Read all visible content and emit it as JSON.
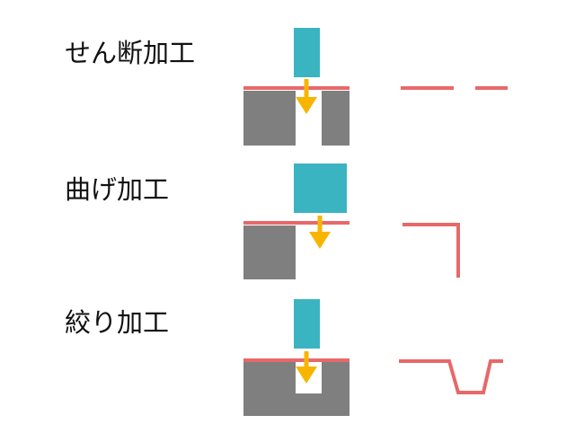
{
  "processes": [
    {
      "label": "せん断加工"
    },
    {
      "label": "曲げ加工"
    },
    {
      "label": "絞り加工"
    }
  ],
  "colors": {
    "punch": "#3bb4c2",
    "die": "#7f7f7f",
    "sheet": "#e8686a",
    "arrow": "#f7b500",
    "text": "#111111"
  }
}
